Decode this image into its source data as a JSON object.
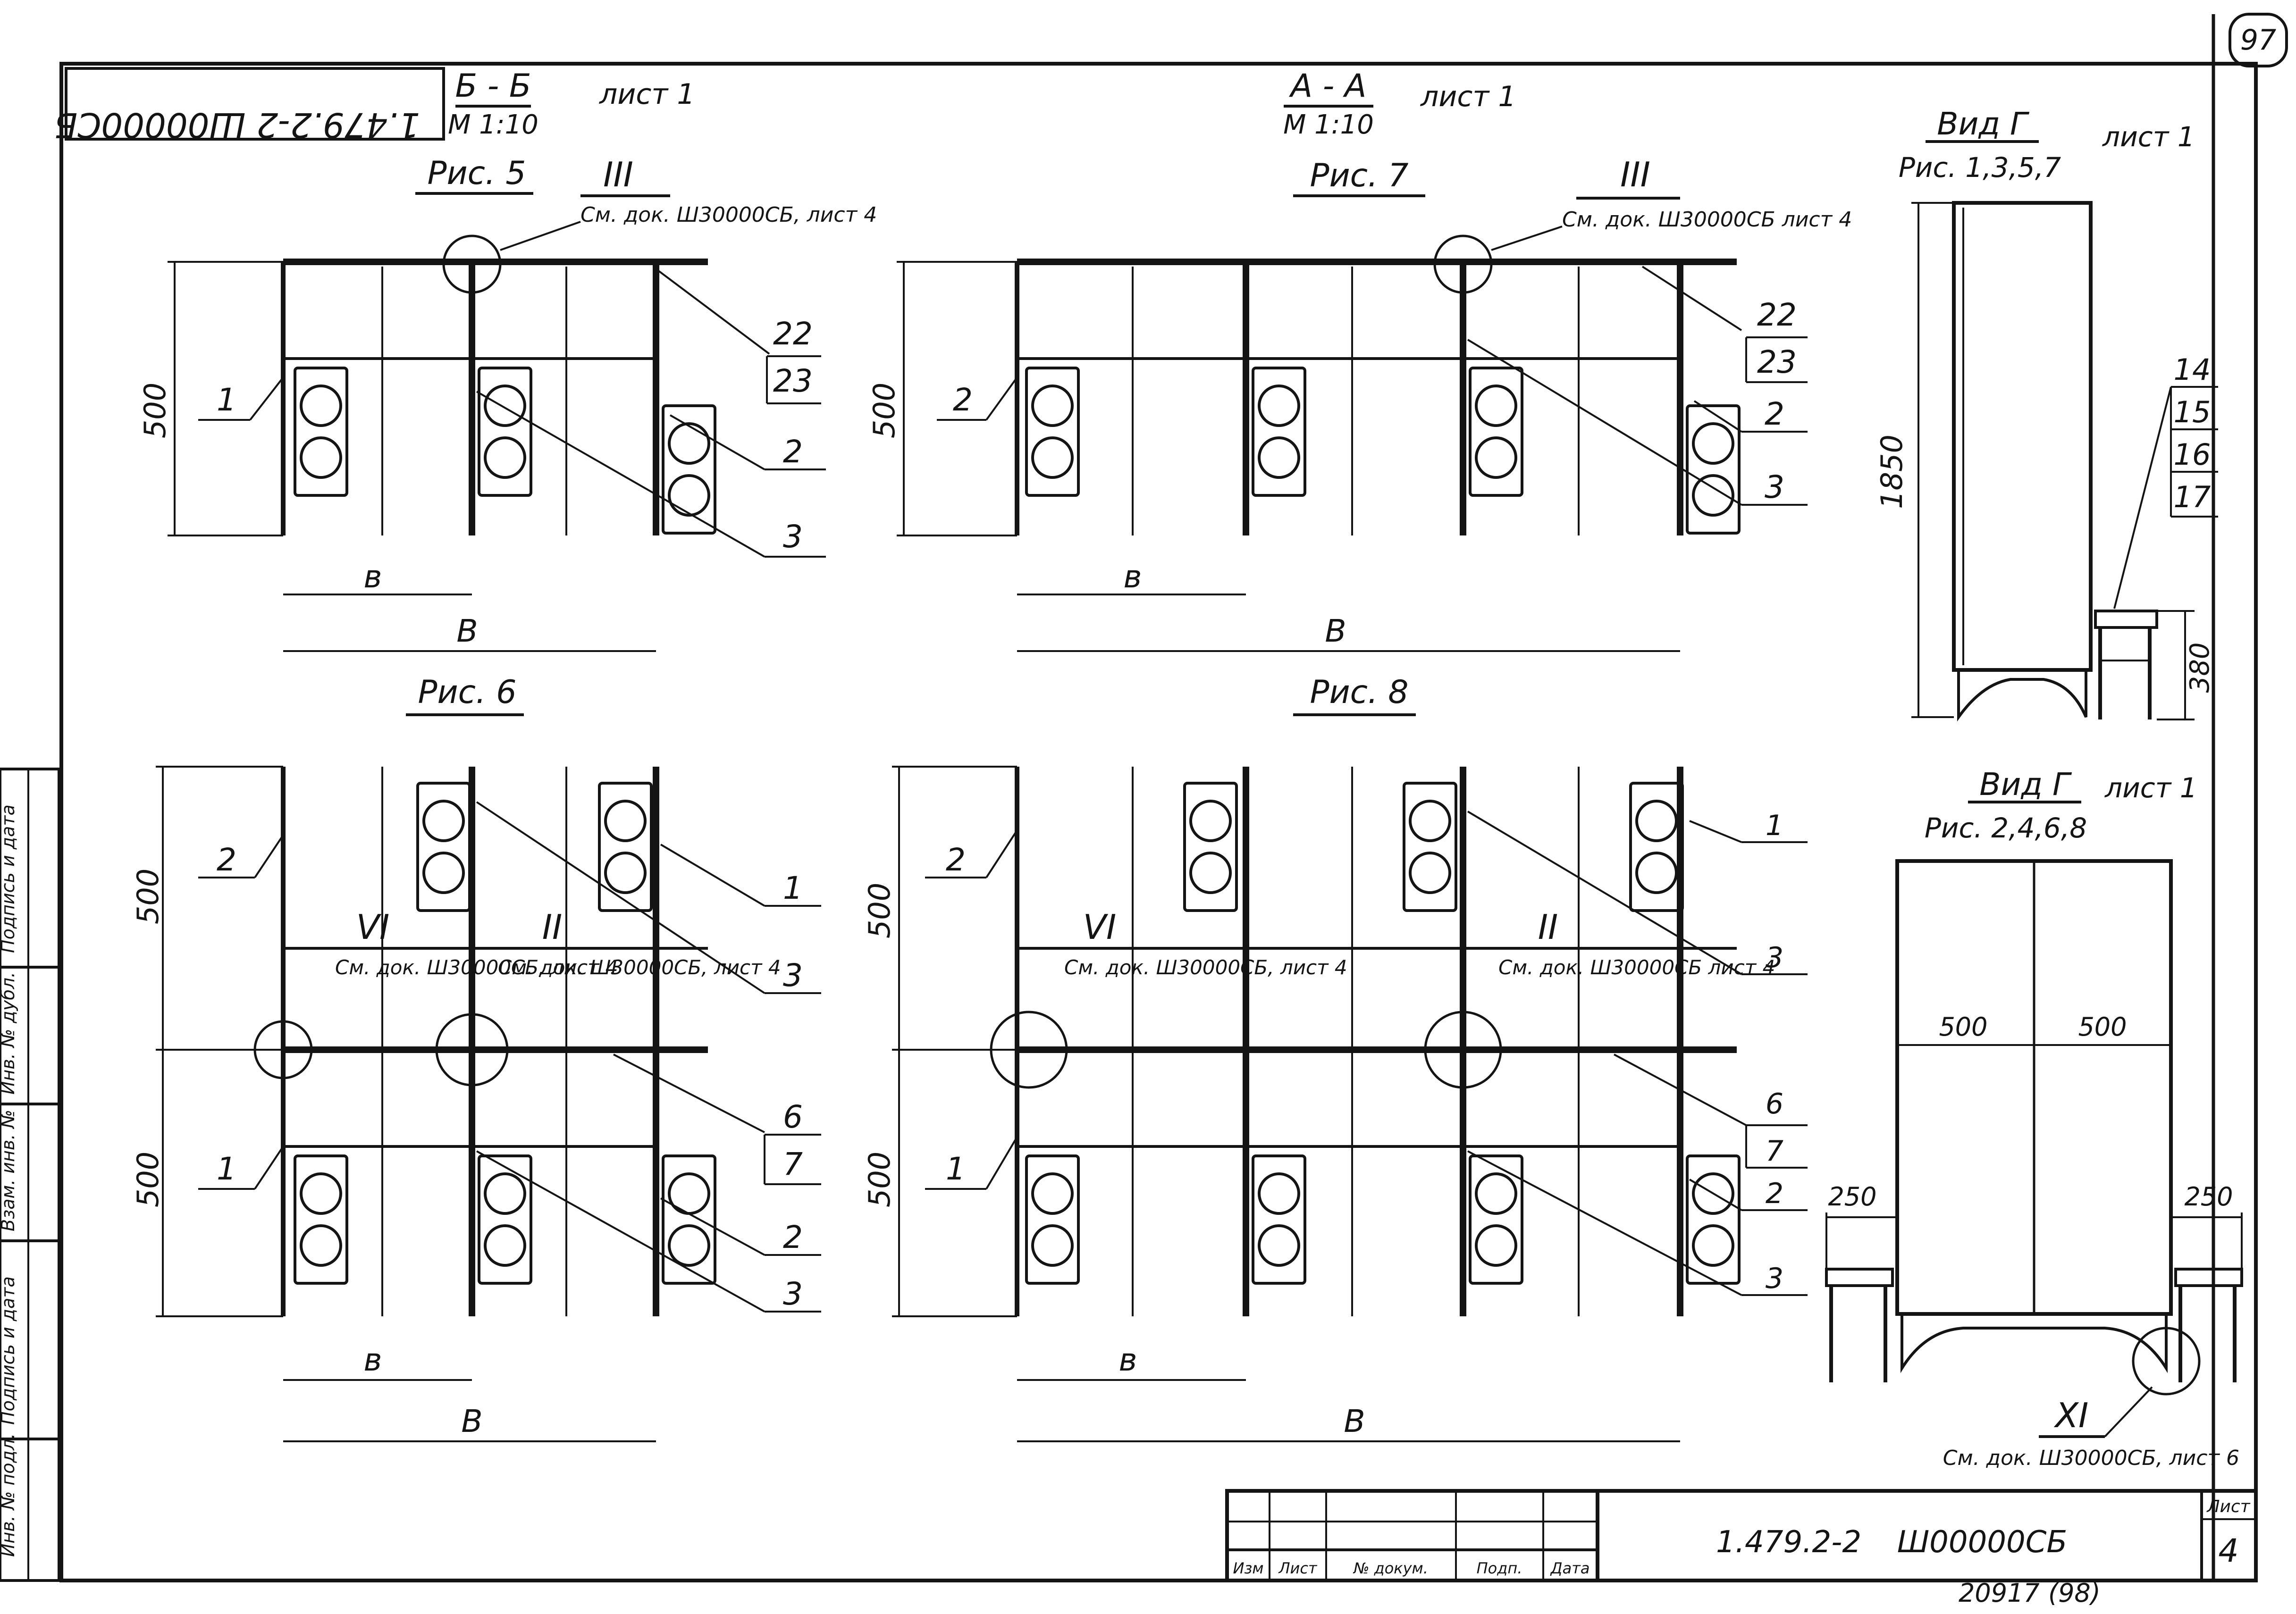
{
  "corner_page_number": "97",
  "top_stamp_mirrored": "1.479.2-2 Ш00000СБ",
  "sections": {
    "bb": {
      "title": "Б - Б",
      "scale": "М 1:10",
      "sheet": "лист 1"
    },
    "aa": {
      "title": "А - А",
      "scale": "М 1:10",
      "sheet": "лист 1"
    },
    "vid_top": {
      "title": "Вид Г",
      "sheet": "лист 1",
      "figs": "Рис. 1,3,5,7"
    },
    "vid_bottom": {
      "title": "Вид Г",
      "sheet": "лист 1",
      "figs": "Рис. 2,4,6,8"
    }
  },
  "figures": {
    "fig5": {
      "caption": "Рис. 5",
      "node": "III",
      "ref": "См. док. Ш30000СБ, лист 4",
      "labels": [
        "22",
        "23",
        "1",
        "2",
        "3"
      ],
      "dims": {
        "height": "500",
        "small": "в",
        "big": "В"
      }
    },
    "fig7": {
      "caption": "Рис. 7",
      "node": "III",
      "ref": "См. док. Ш30000СБ лист 4",
      "labels": [
        "22",
        "23",
        "2",
        "2",
        "3"
      ],
      "dims": {
        "height": "500",
        "small": "в",
        "big": "В"
      }
    },
    "fig6": {
      "caption": "Рис. 6",
      "node_a": "VI",
      "ref_a": "См. док. Ш30000СБ, лист 4",
      "node_b": "II",
      "ref_b": "См. док. Ш30000СБ, лист 4",
      "labels": [
        "2",
        "1",
        "3",
        "6",
        "7",
        "1",
        "2",
        "3"
      ],
      "dims": {
        "height_top": "500",
        "height_bottom": "500",
        "small": "в",
        "big": "В"
      }
    },
    "fig8": {
      "caption": "Рис. 8",
      "node_a": "VI",
      "ref_a": "См. док. Ш30000СБ, лист 4",
      "node_b": "II",
      "ref_b": "См. док. Ш30000СБ лист 4",
      "labels": [
        "2",
        "1",
        "3",
        "6",
        "7",
        "1",
        "2",
        "3"
      ],
      "dims": {
        "height_top": "500",
        "height_bottom": "500",
        "small": "в",
        "big": "В"
      }
    }
  },
  "view_top": {
    "height": "1850",
    "stool_height": "380",
    "labels": [
      "14",
      "15",
      "16",
      "17"
    ]
  },
  "view_bottom": {
    "widths": [
      "500",
      "500"
    ],
    "stool_left": "250",
    "stool_right": "250",
    "node": "XI",
    "ref": "См. док. Ш30000СБ, лист 6"
  },
  "side_stamp": [
    "Инв. № подл.",
    "Подпись и дата",
    "Взам. инв. №",
    "Инв. № дубл.",
    "Подпись и дата"
  ],
  "title_block": {
    "headers": [
      "Изм",
      "Лист",
      "№ докум.",
      "Подп.",
      "Дата"
    ],
    "code": "1.479.2-2",
    "doc": "Ш00000СБ",
    "sheet_label": "Лист",
    "sheet_no": "4"
  },
  "footer": {
    "inv": "20917",
    "page": "(98)"
  }
}
